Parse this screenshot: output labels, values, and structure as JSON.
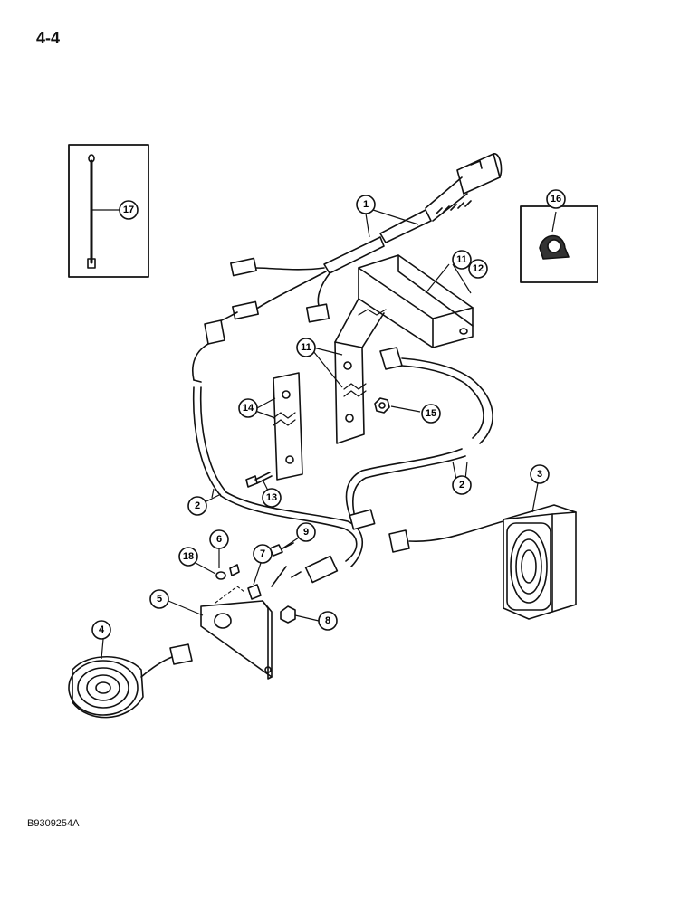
{
  "page": {
    "number": "4-4",
    "figure_id": "B9309254A"
  },
  "callouts": [
    {
      "id": "c1",
      "label": "1"
    },
    {
      "id": "c2a",
      "label": "2"
    },
    {
      "id": "c2b",
      "label": "2"
    },
    {
      "id": "c3",
      "label": "3"
    },
    {
      "id": "c4",
      "label": "4"
    },
    {
      "id": "c5",
      "label": "5"
    },
    {
      "id": "c6",
      "label": "6"
    },
    {
      "id": "c7",
      "label": "7"
    },
    {
      "id": "c8",
      "label": "8"
    },
    {
      "id": "c9",
      "label": "9"
    },
    {
      "id": "c11a",
      "label": "11"
    },
    {
      "id": "c12",
      "label": "12"
    },
    {
      "id": "c11b",
      "label": "11"
    },
    {
      "id": "c13",
      "label": "13"
    },
    {
      "id": "c14",
      "label": "14"
    },
    {
      "id": "c15",
      "label": "15"
    },
    {
      "id": "c16",
      "label": "16"
    },
    {
      "id": "c17",
      "label": "17"
    },
    {
      "id": "c18",
      "label": "18"
    }
  ]
}
